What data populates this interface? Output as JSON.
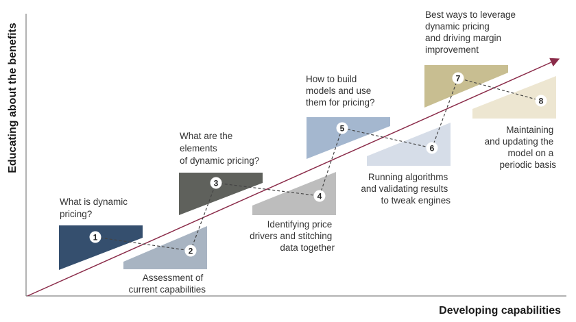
{
  "axes": {
    "x_label": "Developing capabilities",
    "y_label": "Educating about the benefits"
  },
  "steps": [
    {
      "number": "1",
      "lines": [
        "What is dynamic",
        "pricing?"
      ],
      "color": "#354f6e"
    },
    {
      "number": "2",
      "lines": [
        "Assessment of",
        "current capabilities"
      ],
      "color": "#a8b4c2"
    },
    {
      "number": "3",
      "lines": [
        "What are the",
        "elements",
        "of dynamic pricing?"
      ],
      "color": "#5f615c"
    },
    {
      "number": "4",
      "lines": [
        "Identifying price",
        "drivers and stitching",
        "data together"
      ],
      "color": "#bdbdbd"
    },
    {
      "number": "5",
      "lines": [
        "How to build",
        "models and use",
        "them for pricing?"
      ],
      "color": "#a4b7cf"
    },
    {
      "number": "6",
      "lines": [
        "Running algorithms",
        "and validating results",
        "to tweak engines"
      ],
      "color": "#d6dde8"
    },
    {
      "number": "7",
      "lines": [
        "Best ways to leverage",
        "dynamic pricing",
        "and driving margin",
        "improvement"
      ],
      "color": "#c8be91"
    },
    {
      "number": "8",
      "lines": [
        "Maintaining",
        "and updating the",
        "model on a",
        "periodic basis"
      ],
      "color": "#ede6d1"
    }
  ],
  "colors": {
    "axis": "#666666",
    "trend_arrow": "#8b2c4a",
    "connector": "#444444"
  }
}
